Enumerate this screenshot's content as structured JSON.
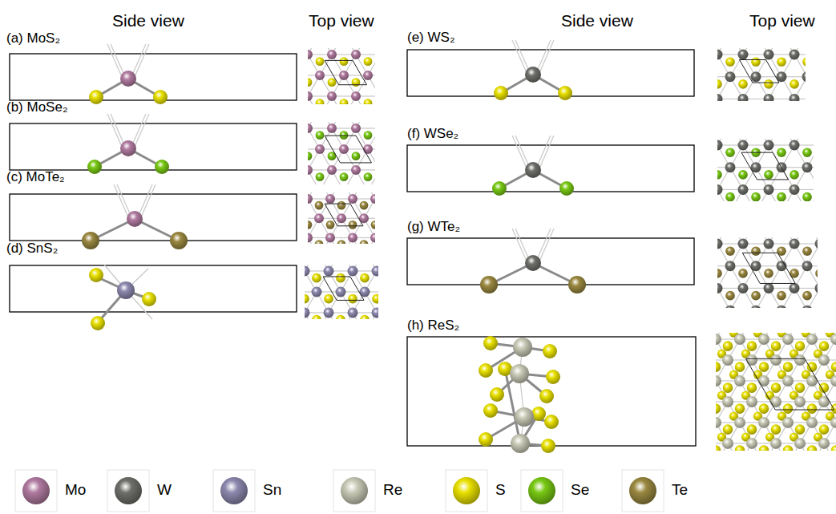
{
  "diagram": {
    "labels": [
      "Side view",
      "Top view",
      "Side view",
      "Top view",
      "(a) MoS₂",
      "(b) MoSe₂",
      "(c) MoTe₂",
      "(d) SnS₂",
      "(e) WS₂",
      "(f) WSe₂",
      "(g) WTe₂",
      "(h) ReS₂"
    ],
    "legend": [
      {
        "text": "Mo",
        "color": "#b07aa0"
      },
      {
        "text": "W",
        "color": "#6e6e6a"
      },
      {
        "text": "Sn",
        "color": "#8c88ae"
      },
      {
        "text": "Re",
        "color": "#c9c9b6"
      },
      {
        "text": "S",
        "color": "#e8e000"
      },
      {
        "text": "Se",
        "color": "#78c814"
      },
      {
        "text": "Te",
        "color": "#9a8840"
      }
    ]
  }
}
